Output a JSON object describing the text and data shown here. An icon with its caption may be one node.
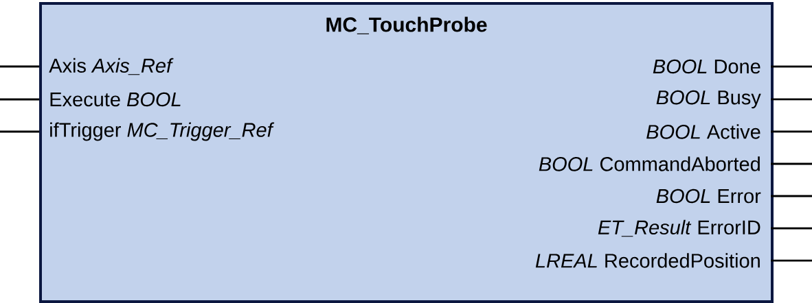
{
  "diagram": {
    "nodes": [
      {
        "text": [
          "MC_TouchProbe"
        ]
      },
      {
        "text": [
          "Axis *Axis_Ref*"
        ],
        "in": 0
      },
      {
        "text": [
          "Execute *BOOL*"
        ],
        "in": 0
      },
      {
        "text": [
          "ifTrigger *MC_Trigger_Ref*"
        ],
        "in": 0
      },
      {
        "text": [
          "*BOOL* Done"
        ],
        "in": 0
      },
      {
        "text": [
          "*BOOL* Busy"
        ],
        "in": 0
      },
      {
        "text": [
          "*BOOL* Active"
        ],
        "in": 0
      },
      {
        "text": [
          "*BOOL* CommandAborted"
        ],
        "in": 0
      },
      {
        "text": [
          "*BOOL* Error"
        ],
        "in": 0
      },
      {
        "text": [
          "*ET_Result* ErrorID"
        ],
        "in": 0
      },
      {
        "text": [
          "*LREAL* RecordedPosition"
        ],
        "in": 0
      }
    ],
    "edges": [
      {
        "from": null,
        "to": 1,
        "arrow": "none"
      },
      {
        "from": null,
        "to": 2,
        "arrow": "none"
      },
      {
        "from": null,
        "to": 3,
        "arrow": "none"
      },
      {
        "from": 4,
        "to": null,
        "arrow": "none"
      },
      {
        "from": 5,
        "to": null,
        "arrow": "none"
      },
      {
        "from": 6,
        "to": null,
        "arrow": "none"
      },
      {
        "from": 7,
        "to": null,
        "arrow": "none"
      },
      {
        "from": 8,
        "to": null,
        "arrow": "none"
      },
      {
        "from": 9,
        "to": null,
        "arrow": "none"
      },
      {
        "from": 10,
        "to": null,
        "arrow": "none"
      }
    ]
  }
}
